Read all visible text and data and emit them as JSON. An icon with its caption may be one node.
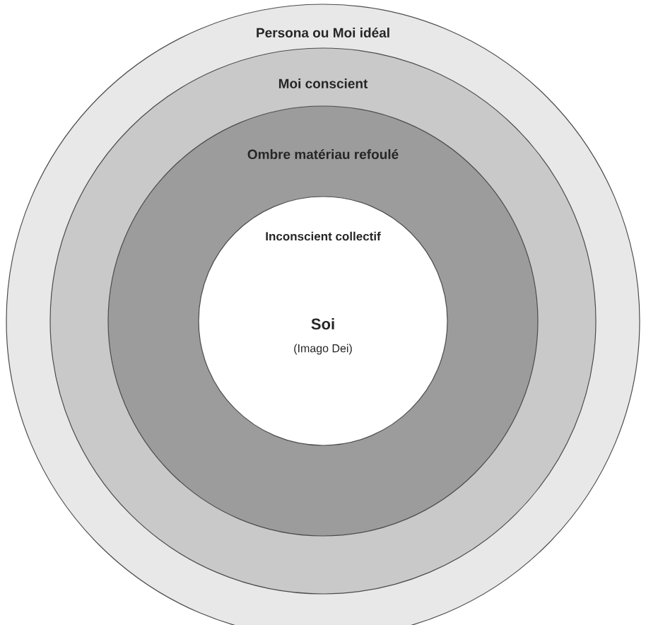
{
  "diagram": {
    "nodes": [
      {
        "text": [
          "Persona ou Moi idéal"
        ]
      },
      {
        "text": [
          "Moi conscient"
        ],
        "in": 0
      },
      {
        "text": [
          "Ombre matériau refoulé"
        ],
        "in": 1
      },
      {
        "text": [
          "Inconscient collectif",
          "Soi",
          "(Imago Dei)"
        ],
        "in": 2
      }
    ]
  }
}
